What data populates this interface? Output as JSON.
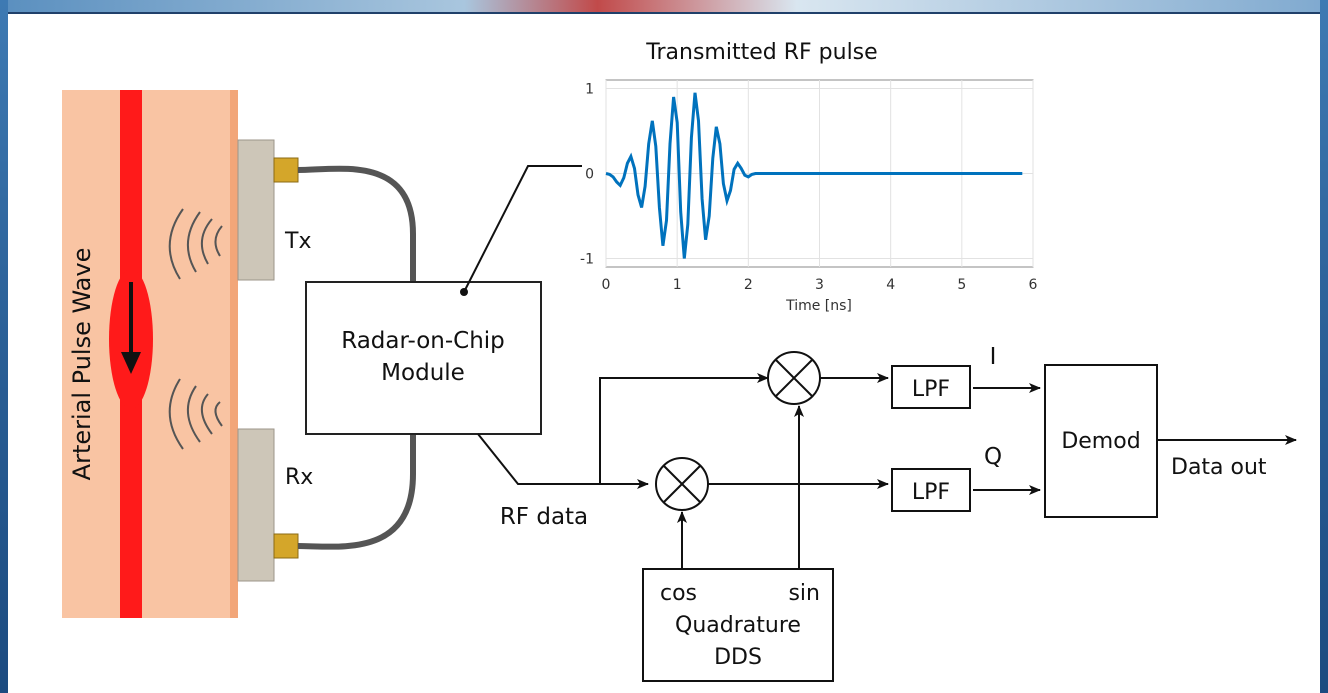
{
  "colors": {
    "tissue": "#f9c4a3",
    "tissue_edge": "#f2a679",
    "artery": "#ff1a1a",
    "wire": "#555555",
    "antenna": "#cdc6b8",
    "connector": "#d4a62a",
    "wave_line": "#0072bd",
    "block_stroke": "#222222"
  },
  "labels": {
    "arterial_pulse_wave": "Arterial Pulse Wave",
    "tx": "Tx",
    "rx": "Rx",
    "radar_line1": "Radar-on-Chip",
    "radar_line2": "Module",
    "rf_data": "RF data",
    "lpf_top": "LPF",
    "lpf_bottom": "LPF",
    "i_label": "I",
    "q_label": "Q",
    "demod": "Demod",
    "data_out": "Data out",
    "cos": "cos",
    "sin": "sin",
    "quadrature": "Quadrature",
    "dds": "DDS"
  },
  "chart_data": {
    "type": "line",
    "title": "Transmitted RF pulse",
    "xlabel": "Time [ns]",
    "ylabel": "",
    "xlim": [
      0,
      6
    ],
    "ylim": [
      -1.1,
      1.1
    ],
    "xticks": [
      "0",
      "1",
      "2",
      "3",
      "4",
      "5",
      "6"
    ],
    "yticks": [
      "1",
      "0",
      "-1"
    ],
    "grid": true,
    "series": [
      {
        "x": [
          0.0,
          0.05,
          0.1,
          0.15,
          0.2,
          0.25,
          0.3,
          0.35,
          0.4,
          0.45,
          0.5,
          0.55,
          0.6,
          0.65,
          0.7,
          0.75,
          0.8,
          0.85,
          0.9,
          0.95,
          1.0,
          1.05,
          1.1,
          1.15,
          1.2,
          1.25,
          1.3,
          1.35,
          1.4,
          1.45,
          1.5,
          1.55,
          1.6,
          1.65,
          1.7,
          1.75,
          1.8,
          1.85,
          1.9,
          1.95,
          2.0,
          2.05,
          2.1,
          2.2,
          2.4,
          3.0,
          4.0,
          5.0,
          5.85
        ],
        "y": [
          0.0,
          -0.01,
          -0.04,
          -0.1,
          -0.14,
          -0.05,
          0.12,
          0.2,
          0.06,
          -0.25,
          -0.4,
          -0.15,
          0.35,
          0.62,
          0.32,
          -0.4,
          -0.85,
          -0.55,
          0.35,
          0.9,
          0.6,
          -0.45,
          -1.0,
          -0.6,
          0.42,
          0.95,
          0.62,
          -0.3,
          -0.78,
          -0.5,
          0.18,
          0.55,
          0.35,
          -0.12,
          -0.32,
          -0.2,
          0.05,
          0.12,
          0.06,
          -0.02,
          -0.04,
          -0.01,
          0.0,
          0.0,
          0.0,
          0.0,
          0.0,
          0.0,
          0.0
        ]
      }
    ]
  }
}
